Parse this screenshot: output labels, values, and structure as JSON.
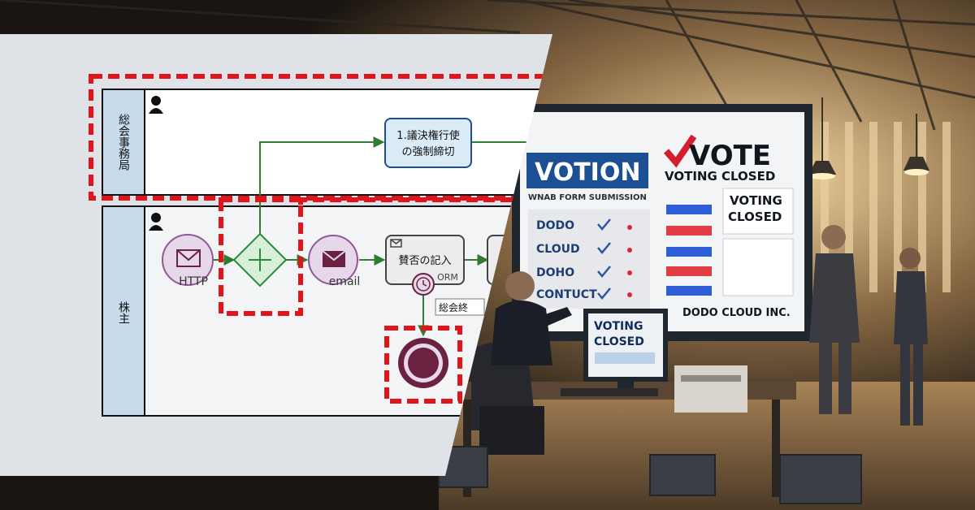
{
  "diagram": {
    "lanes": [
      {
        "name": "総会事務局"
      },
      {
        "name": "株主"
      }
    ],
    "task1": {
      "line1": "1.議決権行使",
      "line2": "の強制締切"
    },
    "task2": {
      "label": "賛否の記入",
      "sub": "ORM"
    },
    "start_event": {
      "label": "HTTP"
    },
    "message_event": {
      "label": "email"
    },
    "timer_label": "総会終",
    "colors": {
      "lane_fill": "#e8ecee",
      "lane_header": "#c6dcec",
      "task_fill": "#dcebf8",
      "task_border": "#1f4f8f",
      "event_fill": "#e6d7ea",
      "event_dark": "#6b2140",
      "gateway": "#2f8a3c",
      "flow": "#2e7d32",
      "highlight": "#e0141a"
    }
  },
  "scene": {
    "screen": {
      "brand": "VOTION",
      "subtitle": "WNAB FORM SUBMISSION",
      "rows": [
        "DODO",
        "CLOUD",
        "DOHO",
        "CONTUCT"
      ],
      "vote_title": "VOTE",
      "vote_sub": "VOTING CLOSED",
      "closed_box_line1": "VOTING",
      "closed_box_line2": "CLOSED",
      "footer": "DODO CLOUD INC."
    },
    "monitor": {
      "line1": "VOTING",
      "line2": "CLOSED"
    }
  }
}
